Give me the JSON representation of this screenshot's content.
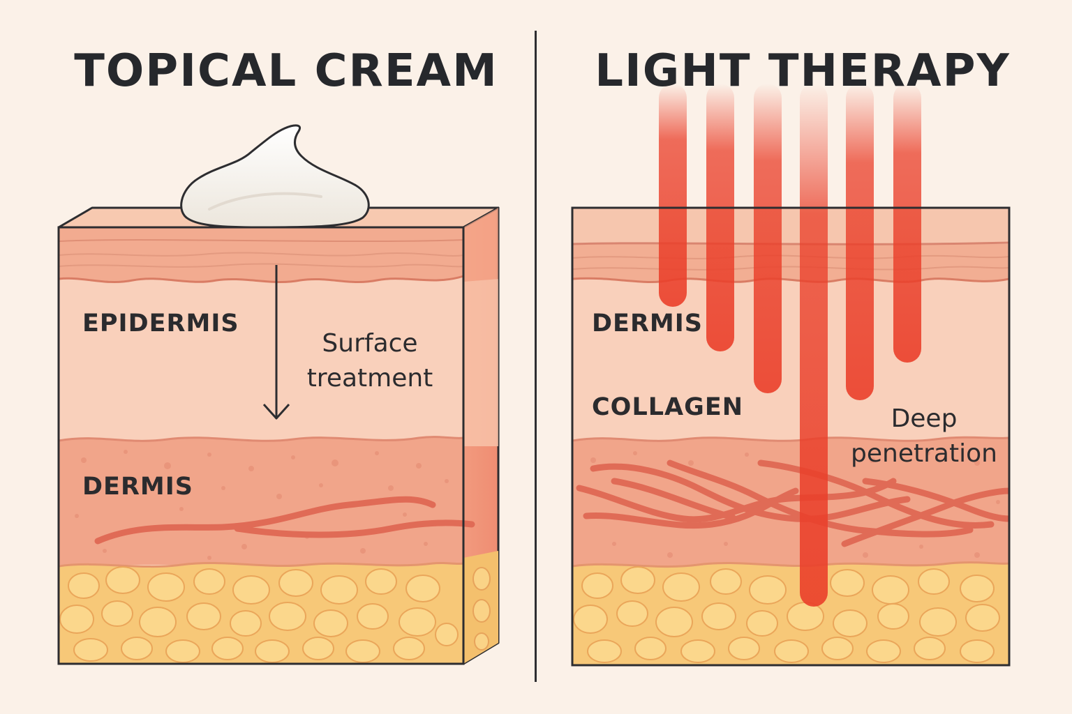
{
  "panels": {
    "left": {
      "title": "TOPICAL CREAM",
      "epidermis_label": "EPIDERMIS",
      "dermis_label": "DERMIS",
      "note_line1": "Surface",
      "note_line2": "treatment"
    },
    "right": {
      "title": "LIGHT THERAPY",
      "dermis_label": "DERMIS",
      "collagen_label": "COLLAGEN",
      "note_line1": "Deep",
      "note_line2": "penetration"
    }
  },
  "colors": {
    "background": "#fbf1e8",
    "outline": "#2d2d30",
    "skin_top": "#f6c7ae",
    "epidermis": "#f0a88c",
    "epidermis_inner": "#f9cfb9",
    "dermis": "#f1a48a",
    "fat": "#f7cc79",
    "fat_cell": "#fbd98e",
    "collagen_fiber": "#e6745f",
    "light_beam": "#ea3f2a",
    "cream": "#fdfbf7"
  }
}
